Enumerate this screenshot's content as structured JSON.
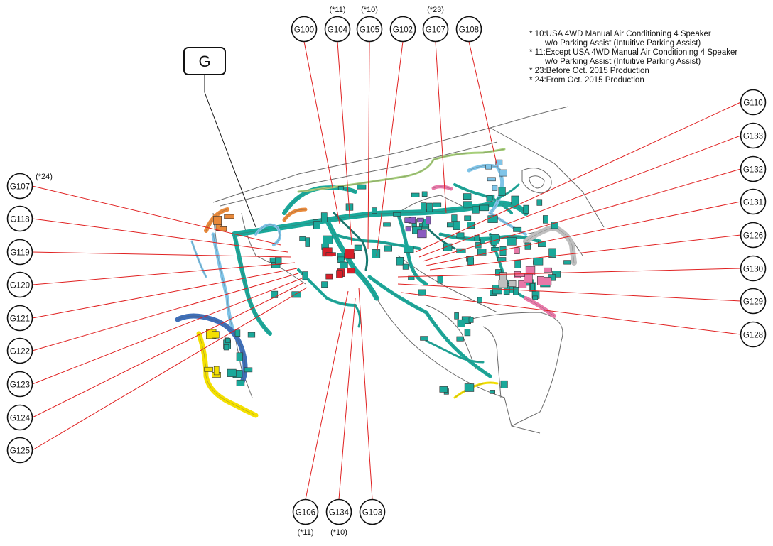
{
  "view_label": "G",
  "notes": [
    {
      "line1": "* 10:USA 4WD Manual Air Conditioning 4 Speaker",
      "line2": "w/o Parking Assist (Intuitive Parking Assist)"
    },
    {
      "line1": "* 11:Except USA 4WD Manual Air Conditioning 4 Speaker",
      "line2": "w/o Parking Assist (Intuitive Parking Assist)"
    },
    {
      "line1": "* 23:Before Oct. 2015 Production",
      "line2": ""
    },
    {
      "line1": "* 24:From Oct. 2015 Production",
      "line2": ""
    }
  ],
  "callouts_top": [
    {
      "id": "G100",
      "tag": ""
    },
    {
      "id": "G104",
      "tag": "(*11)"
    },
    {
      "id": "G105",
      "tag": "(*10)"
    },
    {
      "id": "G102",
      "tag": ""
    },
    {
      "id": "G107",
      "tag": "(*23)"
    },
    {
      "id": "G108",
      "tag": ""
    }
  ],
  "callouts_left": [
    {
      "id": "G107",
      "tag": "(*24)"
    },
    {
      "id": "G118",
      "tag": ""
    },
    {
      "id": "G119",
      "tag": ""
    },
    {
      "id": "G120",
      "tag": ""
    },
    {
      "id": "G121",
      "tag": ""
    },
    {
      "id": "G122",
      "tag": ""
    },
    {
      "id": "G123",
      "tag": ""
    },
    {
      "id": "G124",
      "tag": ""
    },
    {
      "id": "G125",
      "tag": ""
    }
  ],
  "callouts_right": [
    {
      "id": "G110",
      "tag": ""
    },
    {
      "id": "G133",
      "tag": ""
    },
    {
      "id": "G132",
      "tag": ""
    },
    {
      "id": "G131",
      "tag": ""
    },
    {
      "id": "G126",
      "tag": ""
    },
    {
      "id": "G130",
      "tag": ""
    },
    {
      "id": "G129",
      "tag": ""
    },
    {
      "id": "G128",
      "tag": ""
    }
  ],
  "callouts_bottom": [
    {
      "id": "G106",
      "tag": "(*11)"
    },
    {
      "id": "G134",
      "tag": "(*10)"
    },
    {
      "id": "G103",
      "tag": ""
    }
  ],
  "colors": {
    "harness_main": "#1aa89a",
    "harness_dark": "#137a70",
    "harness_blue": "#7fc4e8",
    "harness_navy": "#3f6fb8",
    "harness_yellow": "#f4e000",
    "harness_orange": "#e8893a",
    "harness_green": "#a7cf7a",
    "harness_pink": "#e878a8",
    "harness_red": "#d8202a",
    "harness_purple": "#8a5cc0",
    "harness_grey": "#bfbfbf",
    "leader_line": "#e02020",
    "outline": "#555555"
  }
}
